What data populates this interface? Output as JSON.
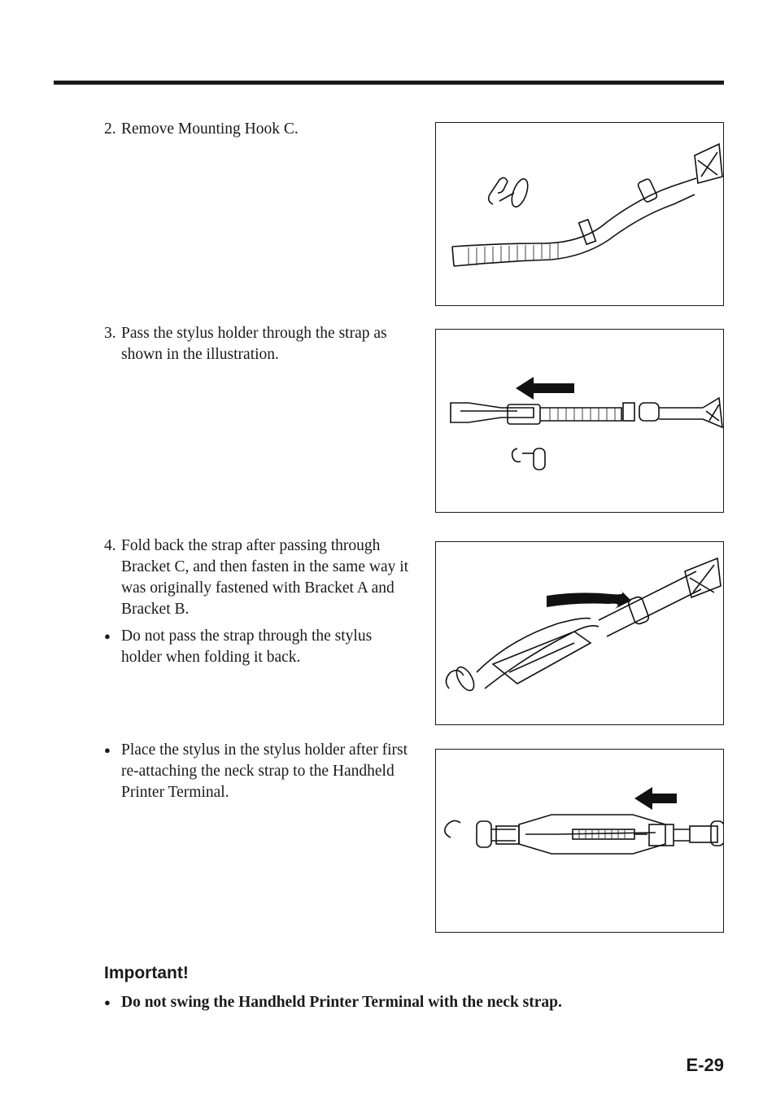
{
  "steps": [
    {
      "number": "2.",
      "text": "Remove Mounting Hook C."
    },
    {
      "number": "3.",
      "text": "Pass the stylus holder through the strap as shown in the illustration."
    },
    {
      "number": "4.",
      "text": "Fold back the strap after passing through Bracket C, and then fasten in the same way it was originally fastened with Bracket A and Bracket B."
    }
  ],
  "bullets": [
    {
      "marker": "●",
      "text": "Do not pass the strap through the stylus holder when folding it back."
    },
    {
      "marker": "●",
      "text": "Place the stylus in the stylus holder after first re-attaching the neck strap to the Handheld Printer Terminal."
    }
  ],
  "important": {
    "title": "Important!",
    "marker": "●",
    "text": "Do not swing the Handheld Printer Terminal with the neck strap."
  },
  "page_number": "E-29"
}
